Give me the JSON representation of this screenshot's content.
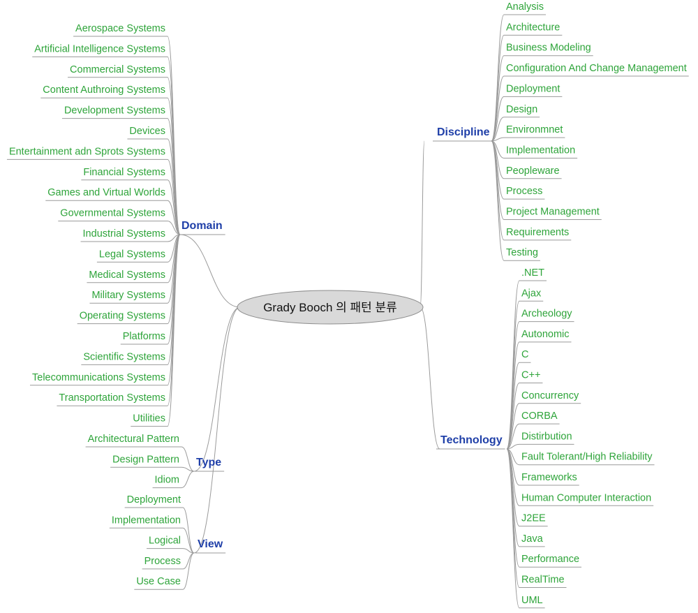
{
  "root": {
    "label": "Grady Booch 의 패턴 분류"
  },
  "colors": {
    "leaf": "#2ea43a",
    "branch": "#1f3fa8",
    "root_fill": "#d9d9d9",
    "line": "#9a9a9a"
  },
  "branches": [
    {
      "id": "domain",
      "label": "Domain",
      "side": "left",
      "items": [
        "Aerospace Systems",
        "Artificial Intelligence Systems",
        "Commercial Systems",
        "Content Authroing Systems",
        "Development Systems",
        "Devices",
        "Entertainment adn Sprots Systems",
        "Financial Systems",
        "Games and Virtual Worlds",
        "Governmental Systems",
        "Industrial Systems",
        "Legal Systems",
        "Medical Systems",
        "Military Systems",
        "Operating Systems",
        "Platforms",
        "Scientific Systems",
        "Telecommunications Systems",
        "Transportation Systems",
        "Utilities"
      ]
    },
    {
      "id": "type",
      "label": "Type",
      "side": "left",
      "items": [
        "Architectural Pattern",
        "Design Pattern",
        "Idiom"
      ]
    },
    {
      "id": "view",
      "label": "View",
      "side": "left",
      "items": [
        "Deployment",
        "Implementation",
        "Logical",
        "Process",
        "Use Case"
      ]
    },
    {
      "id": "discipline",
      "label": "Discipline",
      "side": "right",
      "items": [
        "Analysis",
        "Architecture",
        "Business Modeling",
        "Configuration And Change Management",
        "Deployment",
        "Design",
        "Environmnet",
        "Implementation",
        "Peopleware",
        "Process",
        "Project Management",
        "Requirements",
        "Testing"
      ]
    },
    {
      "id": "technology",
      "label": "Technology",
      "side": "right",
      "items": [
        ".NET",
        "Ajax",
        "Archeology",
        "Autonomic",
        "C",
        "C++",
        "Concurrency",
        "CORBA",
        "Distirbution",
        "Fault Tolerant/High Reliability",
        "Frameworks",
        "Human Computer Interaction",
        "J2EE",
        "Java",
        "Performance",
        "RealTime",
        "UML"
      ]
    }
  ]
}
